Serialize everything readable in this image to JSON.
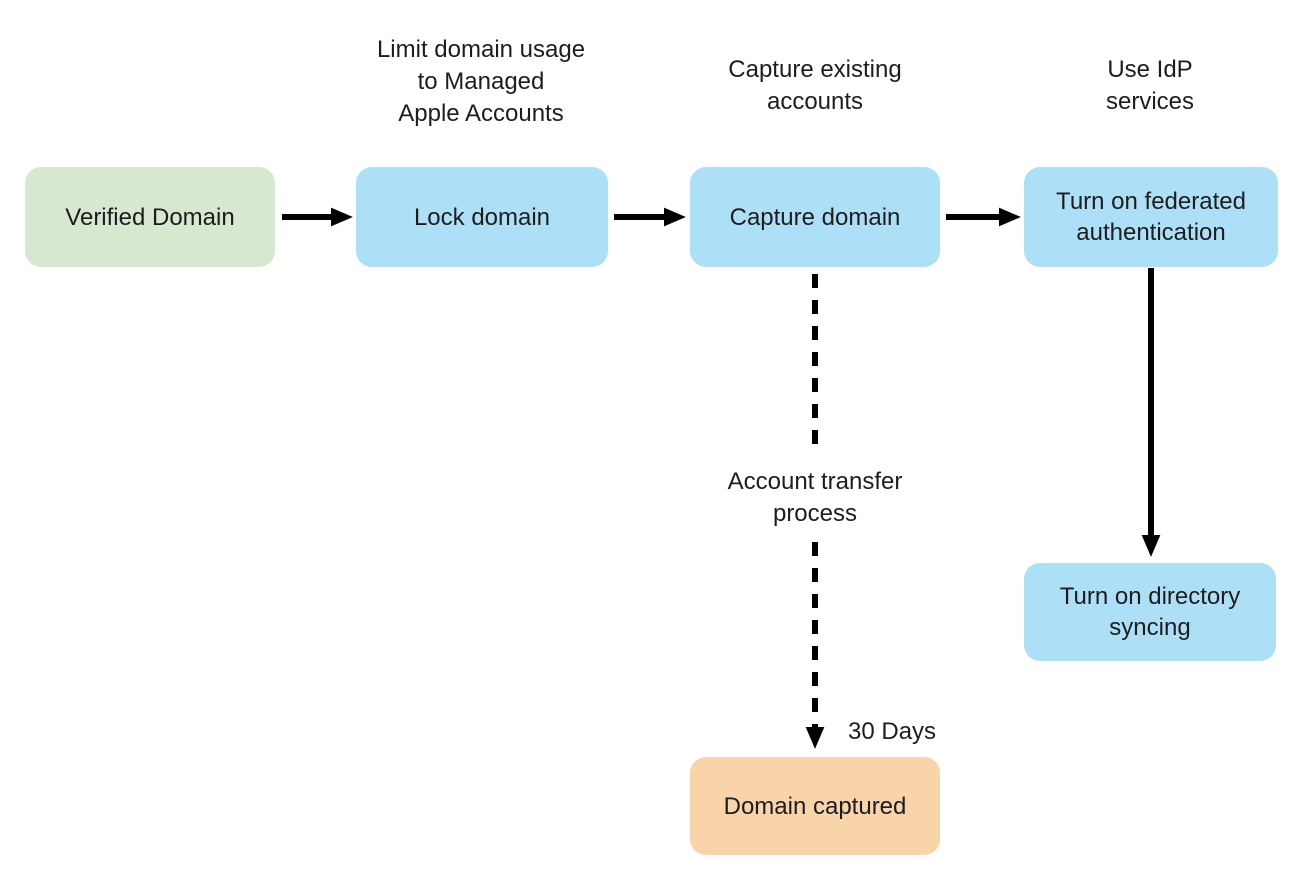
{
  "colors": {
    "box_green": "#d7e8d1",
    "box_blue": "#ade0f7",
    "box_orange": "#f9d3aa",
    "text": "#1d1d1f",
    "arrow": "#000000",
    "background": "#ffffff"
  },
  "nodes": {
    "verified_domain": {
      "label": "Verified Domain",
      "fill": "green"
    },
    "lock_domain": {
      "label": "Lock domain",
      "fill": "blue"
    },
    "capture_domain": {
      "label": "Capture domain",
      "fill": "blue"
    },
    "federated_auth": {
      "label": "Turn on federated\nauthentication",
      "fill": "blue"
    },
    "directory_syncing": {
      "label": "Turn on directory\nsyncing",
      "fill": "blue"
    },
    "domain_captured": {
      "label": "Domain captured",
      "fill": "orange"
    }
  },
  "annotations": {
    "limit_domain_usage": "Limit domain usage\nto Managed\nApple Accounts",
    "capture_existing": "Capture existing\naccounts",
    "use_idp": "Use IdP\nservices",
    "account_transfer": "Account transfer\nprocess",
    "thirty_days": "30 Days"
  }
}
